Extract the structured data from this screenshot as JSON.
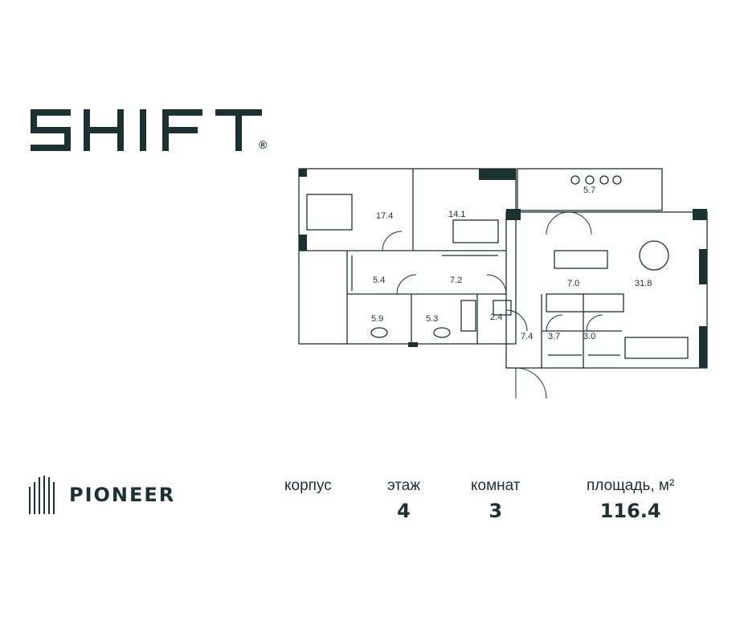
{
  "logo": {
    "text": "SHIFT",
    "mark": "®"
  },
  "brand": {
    "name": "PIONEER",
    "icon": "pioneer-bars-icon"
  },
  "info": [
    {
      "label": "корпус",
      "value": ""
    },
    {
      "label": "этаж",
      "value": "4"
    },
    {
      "label": "комнат",
      "value": "3"
    },
    {
      "label": "площадь, м²",
      "value": "116.4"
    }
  ],
  "rooms": {
    "bedroom1": "17.4",
    "bedroom2": "14.1",
    "balcony": "5.7",
    "wardrobe": "5.4",
    "hall": "7.2",
    "kitchen": "7.0",
    "living": "31.8",
    "bath1": "5.9",
    "bath2": "5.3",
    "wc": "2.4",
    "entry": "7.4",
    "storage1": "3.7",
    "storage2": "3.0"
  },
  "colors": {
    "ink": "#1c3230",
    "wall": "#1c3230",
    "line": "#6f7d7b"
  }
}
